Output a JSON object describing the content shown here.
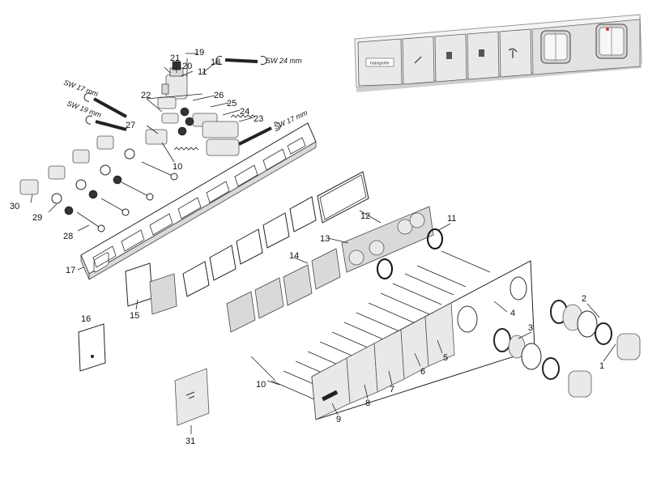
{
  "brand_logo_text": "hansgrohe",
  "wrench_labels": {
    "sw17_left": "SW 17 mm",
    "sw19_left": "SW 19 mm",
    "sw24": "SW 24 mm",
    "sw17_right": "SW 17 mm"
  },
  "callouts": {
    "p1": "1",
    "p2": "2",
    "p3": "3",
    "p4": "4",
    "p5": "5",
    "p6": "6",
    "p7": "7",
    "p8": "8",
    "p9": "9",
    "p10a": "10",
    "p10b": "10",
    "p11a": "11",
    "p11b": "11",
    "p12": "12",
    "p13": "13",
    "p14": "14",
    "p15": "15",
    "p16": "16",
    "p17": "17",
    "p18": "18",
    "p19": "19",
    "p20": "20",
    "p21": "21",
    "p22": "22",
    "p23": "23",
    "p24": "24",
    "p25": "25",
    "p26": "26",
    "p27": "27",
    "p28": "28",
    "p29": "29",
    "p30": "30",
    "p31": "31"
  }
}
